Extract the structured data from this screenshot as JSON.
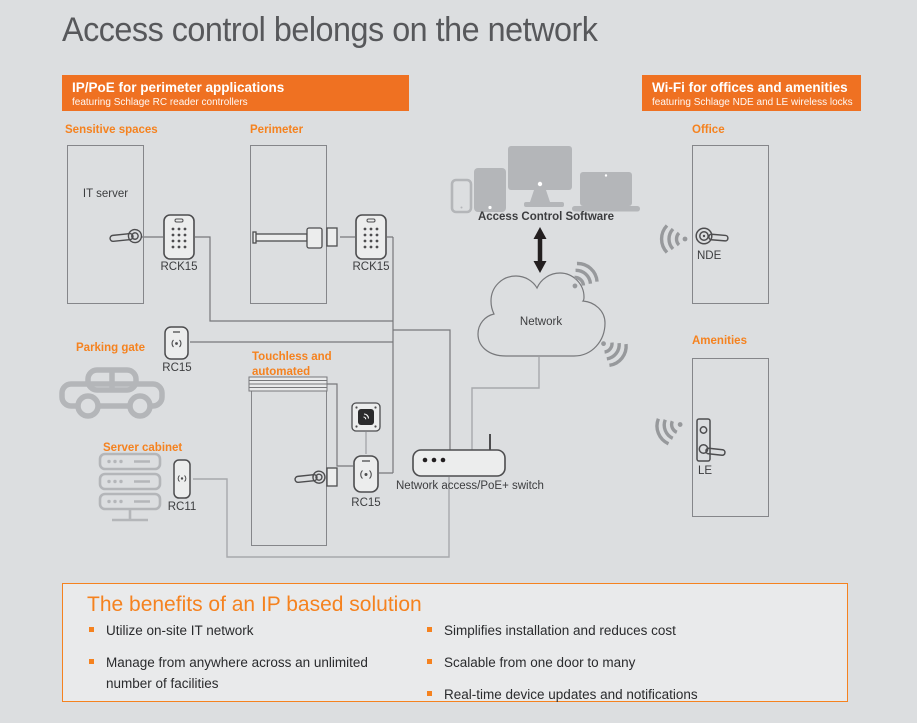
{
  "colors": {
    "accent": "#f5821f",
    "banner": "#ef7122",
    "title_gray": "#57585b",
    "line_gray": "#77787b",
    "soft_line": "#a7a9ac",
    "icon_gray": "#b4b6b9",
    "dark": "#4d4d4f",
    "page_bg": "#dcdee0",
    "panel_bg": "#e9eaeb"
  },
  "header": {
    "title": "Access control belongs on the network"
  },
  "banners": {
    "poe": {
      "title": "IP/PoE  for perimeter applications",
      "subtitle": "featuring Schlage RC reader controllers"
    },
    "wifi": {
      "title": "Wi-Fi for offices and amenities",
      "subtitle": "featuring Schlage NDE and LE wireless locks"
    }
  },
  "diagram": {
    "sensitive_spaces": {
      "label": "Sensitive spaces",
      "door_text": "IT server",
      "reader": "RCK15"
    },
    "perimeter": {
      "label": "Perimeter",
      "reader": "RCK15"
    },
    "parking": {
      "label": "Parking gate",
      "reader": "RC15"
    },
    "server_cabinet": {
      "label": "Server cabinet",
      "reader": "RC11"
    },
    "touchless": {
      "label": "Touchless and automated",
      "reader": "RC15"
    },
    "software": {
      "label": "Access Control Software"
    },
    "cloud": {
      "label": "Network"
    },
    "switch": {
      "label": "Network access/PoE+ switch"
    },
    "office": {
      "label": "Office",
      "lock": "NDE"
    },
    "amenities": {
      "label": "Amenities",
      "lock": "LE"
    }
  },
  "benefits": {
    "title": "The benefits of an IP based solution",
    "left": [
      "Utilize on-site IT network",
      "Manage from anywhere across an unlimited number of facilities"
    ],
    "right": [
      "Simplifies installation and reduces cost",
      "Scalable from one door to many",
      "Real-time device updates and notifications"
    ]
  }
}
